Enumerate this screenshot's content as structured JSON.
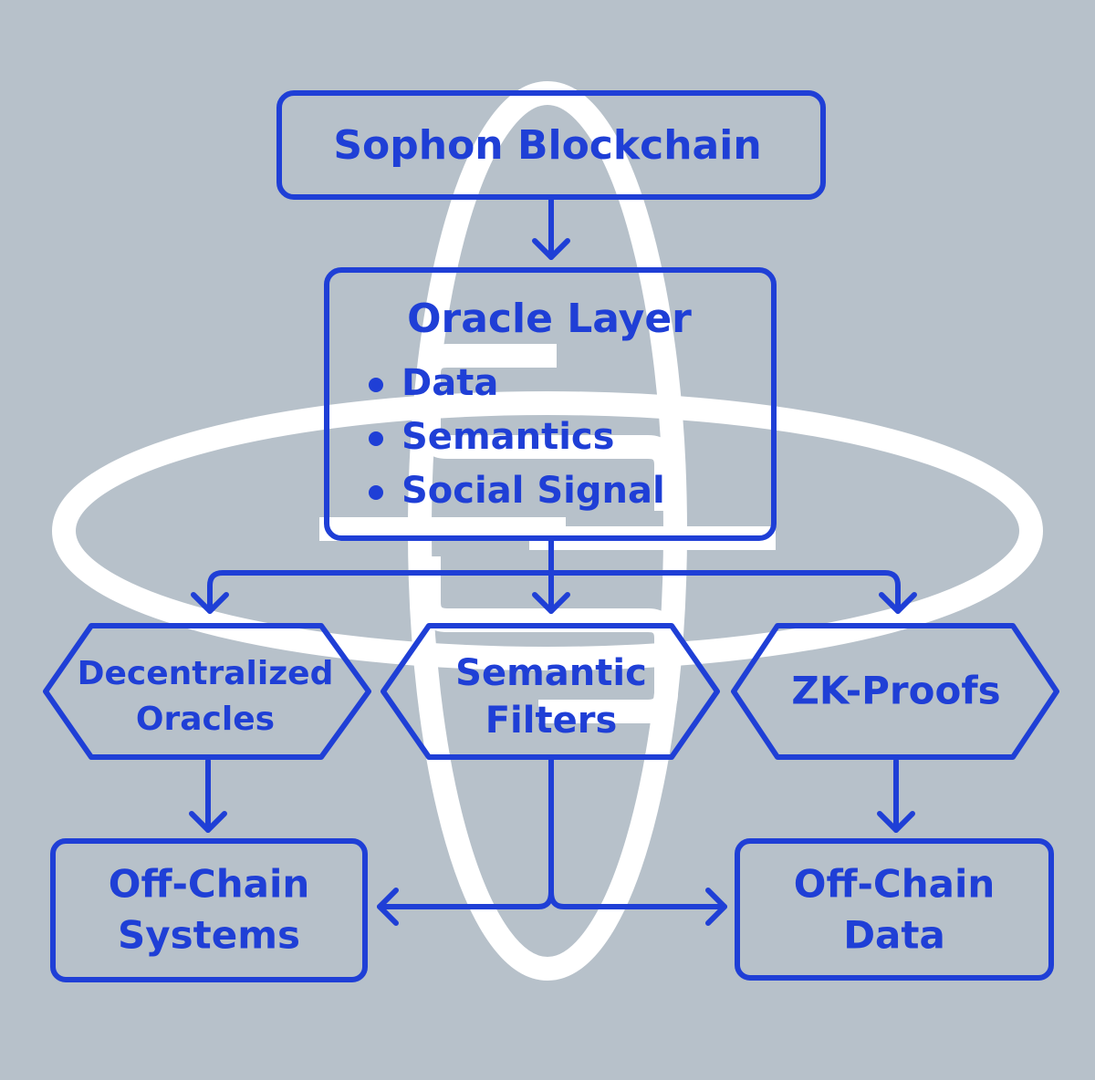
{
  "colors": {
    "background": "#b7c1ca",
    "accent": "#1f3fd6",
    "watermark": "#ffffff"
  },
  "logo": {
    "icon": "sophon-logo-watermark"
  },
  "nodes": {
    "blockchain": {
      "label": "Sophon Blockchain"
    },
    "oracle_layer": {
      "title": "Oracle Layer",
      "bullets": [
        "Data",
        "Semantics",
        "Social Signal"
      ]
    },
    "decentralized_oracles": {
      "line1": "Decentralized",
      "line2": "Oracles"
    },
    "semantic_filters": {
      "line1": "Semantic",
      "line2": "Filters"
    },
    "zk_proofs": {
      "label": "ZK-Proofs"
    },
    "offchain_systems": {
      "line1": "Off-Chain",
      "line2": "Systems"
    },
    "offchain_data": {
      "line1": "Off-Chain",
      "line2": "Data"
    }
  }
}
